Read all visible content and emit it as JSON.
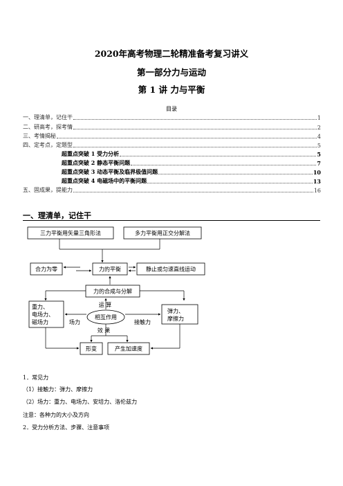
{
  "titles": {
    "main": "2020年高考物理二轮精准备考复习讲义",
    "part": "第一部分力与运动",
    "lecture": "第 1 讲  力与平衡"
  },
  "toc": {
    "heading": "目录",
    "rows": [
      {
        "label": "一、理清单，记住干",
        "page": "1"
      },
      {
        "label": "二、研高考，探考情",
        "page": "2"
      },
      {
        "label": "三、考情揭秘",
        "page": "4"
      },
      {
        "label": "四、定考点，定题型",
        "page": "5"
      },
      {
        "label": "超重点突破 1    受力分析",
        "page": "5"
      },
      {
        "label": "超重点突破 2    静态平衡问题",
        "page": "7"
      },
      {
        "label": "超重点突破 3    动态平衡及临界极值问题",
        "page": "10"
      },
      {
        "label": "超重点突破 4    电磁场中的平衡问题",
        "page": "13"
      },
      {
        "label": "五、固成果，提能力",
        "page": "16"
      }
    ]
  },
  "section_heading": "一、理清单，记住干",
  "diagram": {
    "box_triangle": "三力平衡用矢量三角形法",
    "box_orthogonal": "多力平衡用正交分解法",
    "box_resultant_zero": "合力为零",
    "box_equilibrium": "力的平衡",
    "box_static": "静止或匀速直线运动",
    "box_compose": "力的合成与分解",
    "label_compute": "运  算",
    "field_forces": [
      "重力、",
      "电场力、",
      "磁场力"
    ],
    "label_field": "场力",
    "box_interaction": "相互作用",
    "label_contact": "接触力",
    "contact_forces": [
      "弹力、",
      "摩擦力"
    ],
    "label_effect": "效  果",
    "box_deform": "形变",
    "box_accel": "产生加速度"
  },
  "paragraphs": [
    "1．常见力",
    "（1）接触力：弹力、摩擦力",
    "（2）场力：重力、电场力、安培力、洛伦兹力",
    "注意：各种力的大小及方向",
    "2．受力分析方法、步骤、注意事项"
  ]
}
